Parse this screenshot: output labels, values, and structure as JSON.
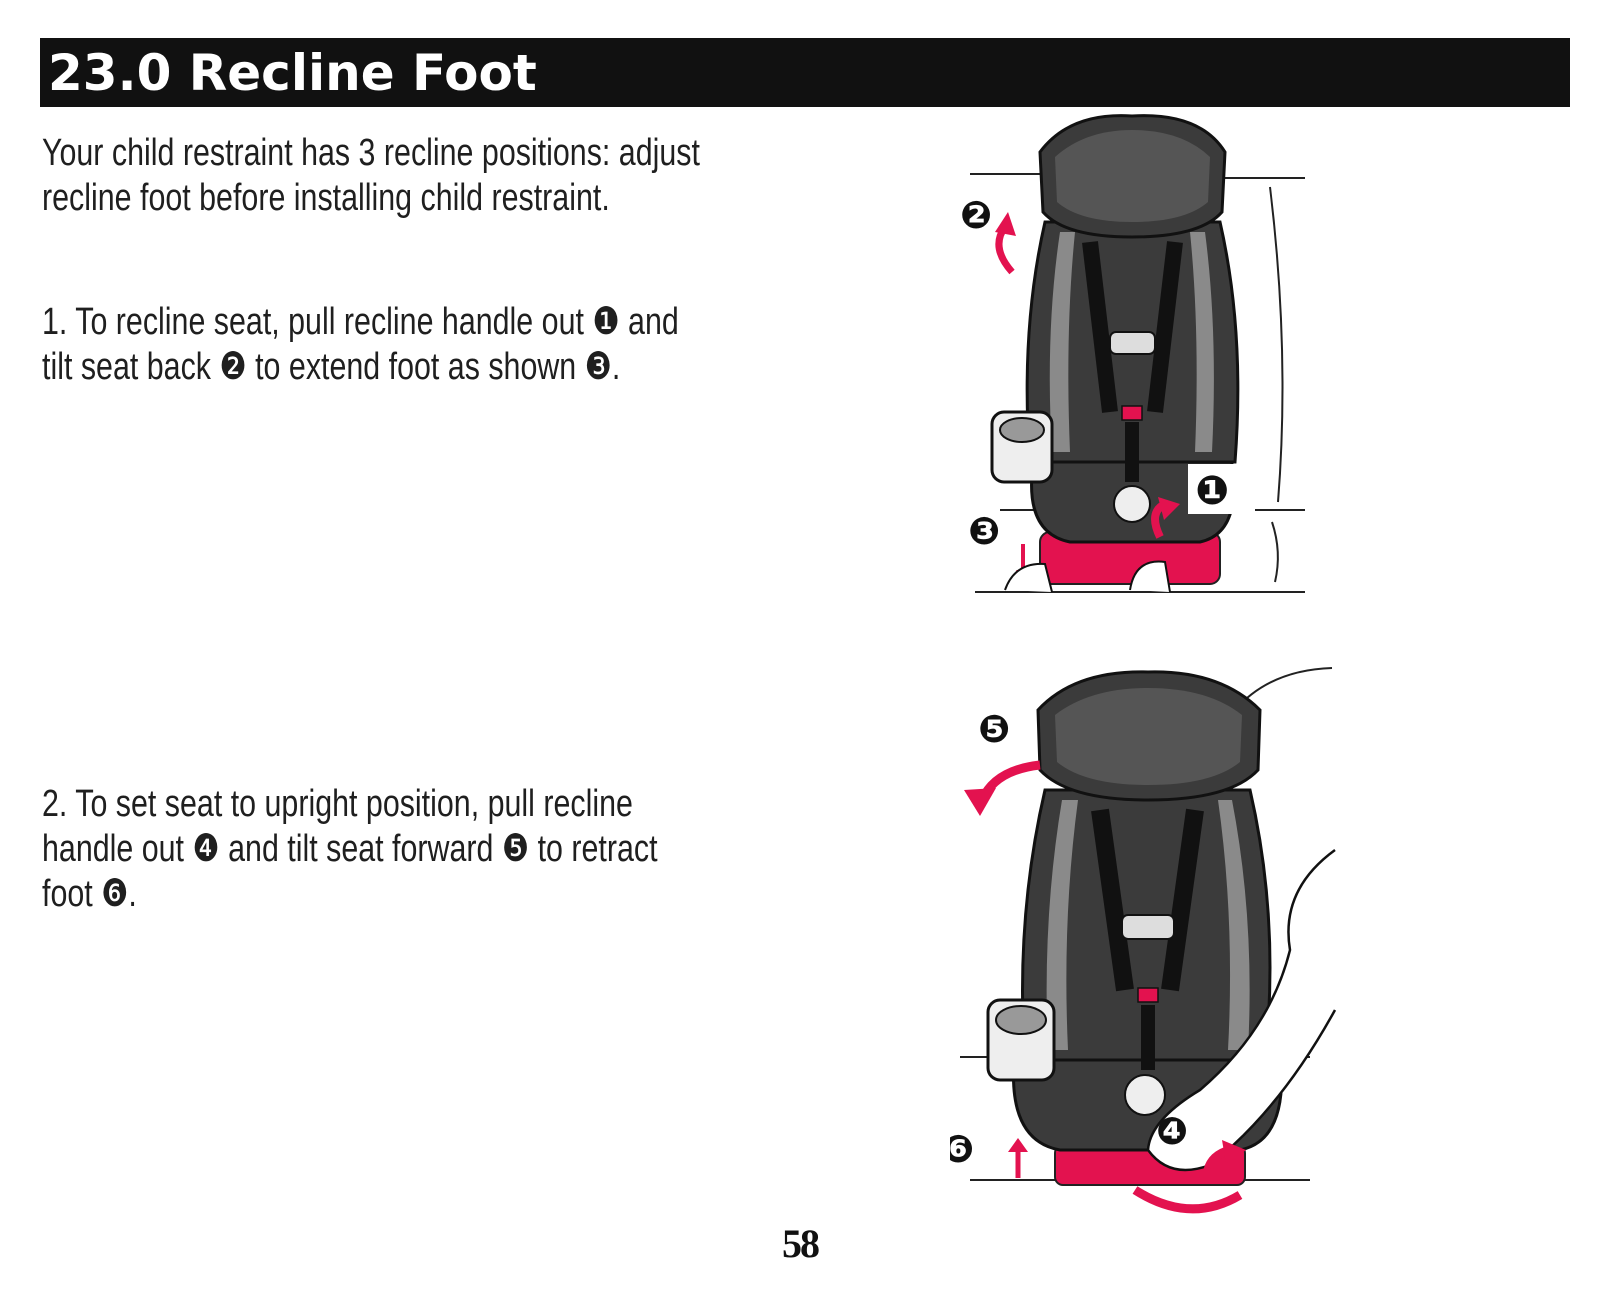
{
  "header": {
    "title": "23.0 Recline Foot"
  },
  "body": {
    "intro": [
      "Your child restraint has 3 recline positions: adjust",
      "recline foot before installing child restraint."
    ],
    "step1": [
      "1. To recline seat, pull recline handle out ❶ and",
      "tilt seat back ❷ to extend foot as shown ❸."
    ],
    "step2": [
      "2. To set seat to upright position, pull recline",
      "handle out ❹ and tilt seat forward ❺ to retract",
      "foot ❻."
    ]
  },
  "figure1": {
    "callouts": [
      "❶",
      "❷",
      "❸"
    ]
  },
  "figure2": {
    "callouts": [
      "❹",
      "❺",
      "❻"
    ]
  },
  "footer": {
    "page_number": "58"
  },
  "colors": {
    "accent": "#e3124f",
    "header_bg": "#111111",
    "seat_dark": "#3b3b3b",
    "seat_mid": "#8a8a8a"
  }
}
